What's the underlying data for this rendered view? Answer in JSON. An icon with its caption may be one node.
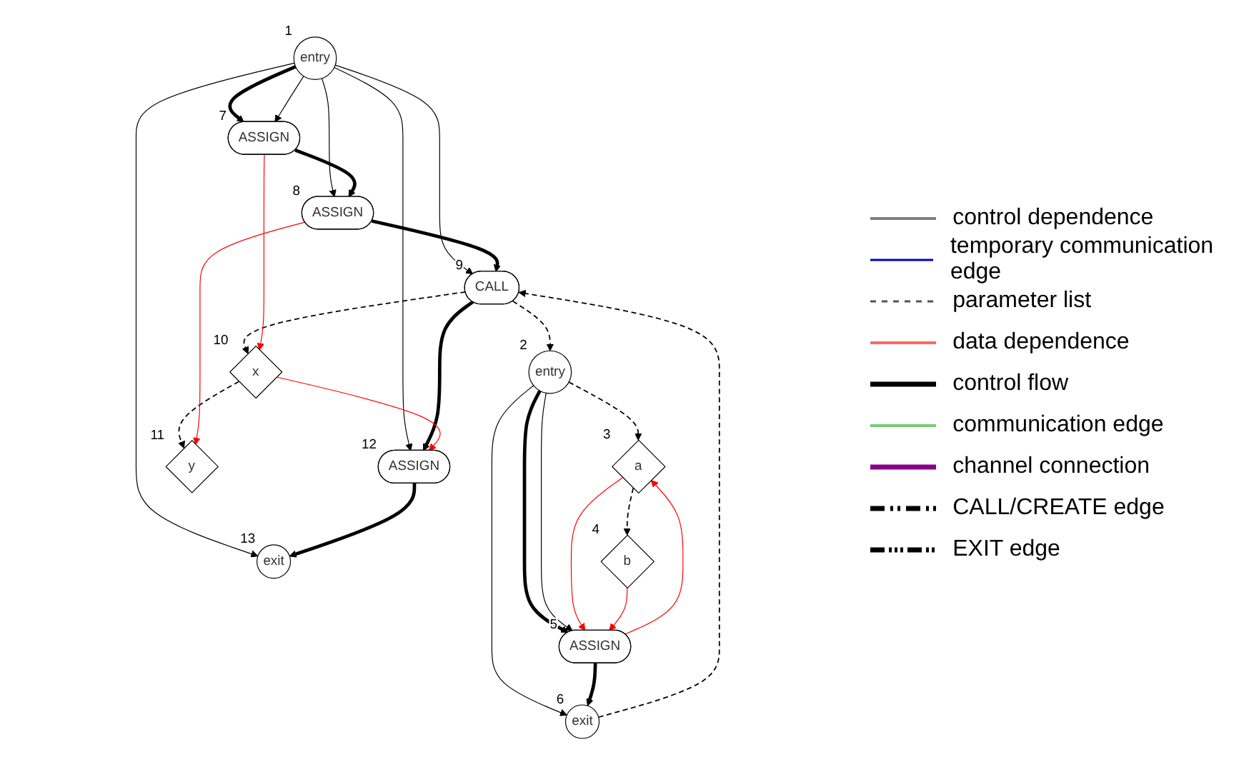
{
  "diagram": {
    "nodes": [
      {
        "text": [
          "entry"
        ],
        "beside": [
          "1"
        ]
      },
      {
        "text": [
          "ASSIGN"
        ],
        "beside": [
          "7"
        ]
      },
      {
        "text": [
          "ASSIGN"
        ],
        "beside": [
          "8"
        ]
      },
      {
        "text": [
          "CALL"
        ],
        "beside": [
          "9"
        ]
      },
      {
        "text": [
          "ASSIGN"
        ],
        "beside": [
          "12"
        ]
      },
      {
        "text": [
          "exit"
        ],
        "beside": [
          "13"
        ]
      },
      {
        "text": [
          "x"
        ],
        "beside": [
          "10"
        ]
      },
      {
        "text": [
          "y"
        ],
        "beside": [
          "11"
        ]
      },
      {
        "text": [
          "entry"
        ],
        "beside": [
          "2"
        ]
      },
      {
        "text": [
          "a"
        ],
        "beside": [
          "3"
        ]
      },
      {
        "text": [
          "b"
        ],
        "beside": [
          "4"
        ]
      },
      {
        "text": [
          "ASSIGN"
        ],
        "beside": [
          "5"
        ]
      },
      {
        "text": [
          "exit"
        ],
        "beside": [
          "6"
        ]
      }
    ],
    "edges": [
      {
        "from": 0,
        "to": 1,
        "arrow": "to",
        "style": "thick"
      },
      {
        "from": 0,
        "to": 1,
        "arrow": "to"
      },
      {
        "from": 0,
        "to": 2,
        "arrow": "to"
      },
      {
        "from": 0,
        "to": 3,
        "arrow": "to"
      },
      {
        "from": 0,
        "to": 4,
        "arrow": "to"
      },
      {
        "from": 0,
        "to": 5,
        "arrow": "to"
      },
      {
        "from": 1,
        "to": 2,
        "arrow": "to",
        "style": "thick"
      },
      {
        "from": 2,
        "to": 3,
        "arrow": "to",
        "style": "thick"
      },
      {
        "from": 3,
        "to": 4,
        "arrow": "to",
        "style": "thick"
      },
      {
        "from": 4,
        "to": 5,
        "arrow": "to",
        "style": "thick"
      },
      {
        "from": 3,
        "to": 6,
        "arrow": "to",
        "style": "dashed"
      },
      {
        "from": 6,
        "to": 7,
        "arrow": "to",
        "style": "dashed"
      },
      {
        "from": 6,
        "to": 4,
        "arrow": "to",
        "color": "#ff0000"
      },
      {
        "from": 1,
        "to": 6,
        "arrow": "to",
        "color": "#ff0000"
      },
      {
        "from": 2,
        "to": 7,
        "arrow": "to",
        "color": "#ff0000"
      },
      {
        "from": 3,
        "to": 8,
        "arrow": "to",
        "style": "dashed"
      },
      {
        "from": 12,
        "to": 3,
        "arrow": "to",
        "style": "dashed"
      },
      {
        "from": 8,
        "to": 9,
        "arrow": "to",
        "style": "dashed"
      },
      {
        "from": 9,
        "to": 10,
        "arrow": "to",
        "style": "dashed"
      },
      {
        "from": 8,
        "to": 11,
        "arrow": "to",
        "style": "thick"
      },
      {
        "from": 8,
        "to": 11,
        "arrow": "to"
      },
      {
        "from": 8,
        "to": 12,
        "arrow": "to"
      },
      {
        "from": 11,
        "to": 12,
        "arrow": "to",
        "style": "thick"
      },
      {
        "from": 11,
        "to": 9,
        "arrow": "to",
        "color": "#ff0000"
      },
      {
        "from": 9,
        "to": 11,
        "arrow": "to",
        "color": "#ff0000"
      },
      {
        "from": 10,
        "to": 11,
        "arrow": "to",
        "color": "#ff0000"
      }
    ],
    "legend": [
      {
        "text": "control dependence"
      },
      {
        "text": "temporary communication edge"
      },
      {
        "text": "parameter list"
      },
      {
        "text": "data dependence"
      },
      {
        "text": "control flow"
      },
      {
        "text": "communication edge"
      },
      {
        "text": "channel connection"
      },
      {
        "text": "CALL/CREATE edge"
      },
      {
        "text": "EXIT edge"
      }
    ]
  }
}
